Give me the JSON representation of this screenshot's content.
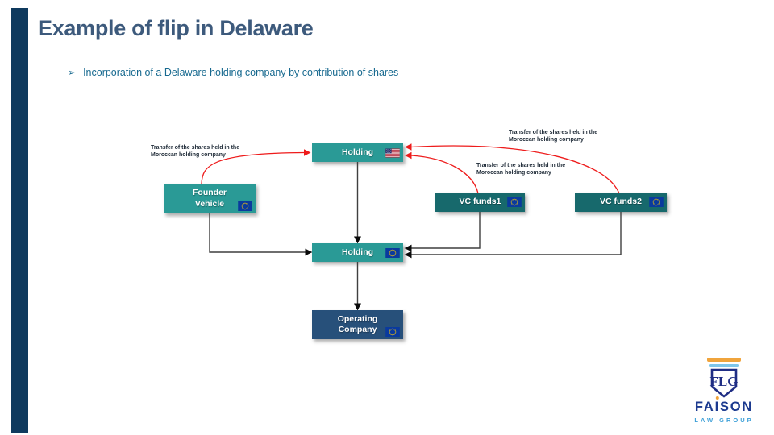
{
  "slide": {
    "title": "Example of flip in Delaware",
    "bullet_glyph": "➢",
    "bullet_text": "Incorporation of a Delaware holding company by contribution of shares"
  },
  "diagram": {
    "nodes": {
      "holding_us": {
        "label": "Holding",
        "flag": "us-flag",
        "color": "#2a9a96"
      },
      "founder_vehicle": {
        "label": "Founder Vehicle",
        "flag": "eu-flag",
        "color": "#2a9a96"
      },
      "vc_funds1": {
        "label": "VC funds1",
        "flag": "eu-flag",
        "color": "#17696c"
      },
      "vc_funds2": {
        "label": "VC funds2",
        "flag": "eu-flag",
        "color": "#17696c"
      },
      "holding_eu": {
        "label": "Holding",
        "flag": "eu-flag",
        "color": "#2a9a96"
      },
      "operating_company": {
        "label": "Operating Company",
        "flag": "eu-flag",
        "color": "#27507a"
      }
    },
    "transfer_labels": [
      {
        "text": "Transfer of the shares held in the Moroccan holding company"
      },
      {
        "text": "Transfer of the shares held in the Moroccan holding company"
      },
      {
        "text": "Transfer of the shares held in the Moroccan holding company"
      }
    ],
    "edges": [
      {
        "from": "founder_vehicle",
        "to": "holding_us",
        "type": "red-transfer-arrow"
      },
      {
        "from": "vc_funds1",
        "to": "holding_us",
        "type": "red-transfer-arrow"
      },
      {
        "from": "vc_funds2",
        "to": "holding_us",
        "type": "red-transfer-arrow"
      },
      {
        "from": "holding_us",
        "to": "holding_eu",
        "type": "black-arrow"
      },
      {
        "from": "founder_vehicle",
        "to": "holding_eu",
        "type": "black-arrow"
      },
      {
        "from": "vc_funds1",
        "to": "holding_eu",
        "type": "black-arrow"
      },
      {
        "from": "vc_funds2",
        "to": "holding_eu",
        "type": "black-arrow"
      },
      {
        "from": "holding_eu",
        "to": "operating_company",
        "type": "black-arrow"
      }
    ]
  },
  "logo": {
    "monogram": "FLG",
    "wordmark_pre": "FA",
    "wordmark_i": "I",
    "wordmark_post": "SON",
    "tagline": "LAW GROUP"
  },
  "colors": {
    "accent_bar": "#0f3a5e",
    "title": "#3d5a7c",
    "bullet_text": "#17698f",
    "teal_box": "#2a9a96",
    "dark_teal_box": "#17696c",
    "navy_box": "#27507a",
    "red_arrow": "#ee1b1b",
    "transfer_label_text": "#1d2936",
    "logo_navy": "#1c3a8f",
    "logo_gold": "#f0a43c",
    "logo_light_blue": "#3da0d8"
  }
}
